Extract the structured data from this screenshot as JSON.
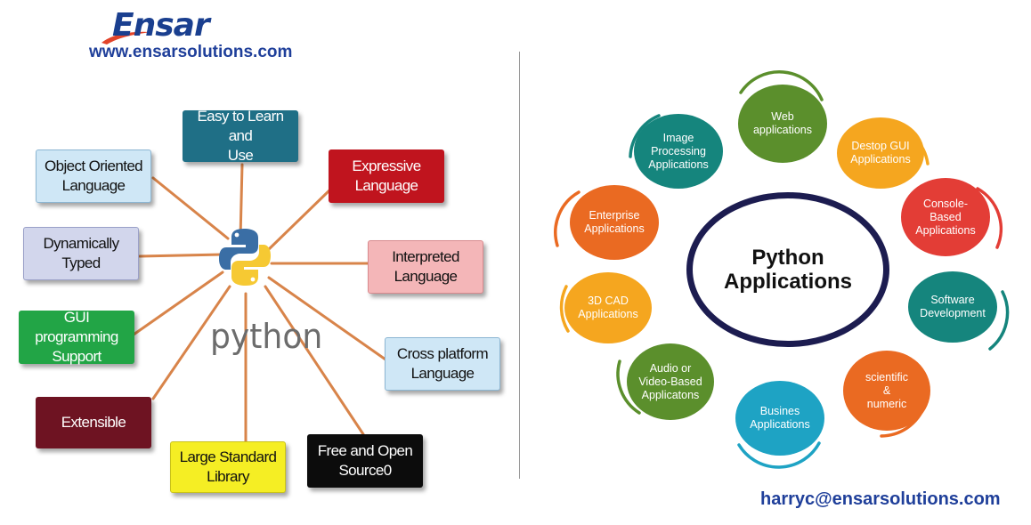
{
  "brand": {
    "logo_text": "Ensar",
    "website": "www.ensarsolutions.com",
    "email": "harryc@ensarsolutions.com"
  },
  "left_diagram": {
    "logo_word": "python",
    "features": [
      {
        "id": "easy",
        "lines": [
          "Easy to Learn and",
          "Use"
        ],
        "color": "#1f6f86",
        "text_color": "#ffffff"
      },
      {
        "id": "expressive",
        "lines": [
          "Expressive",
          "Language"
        ],
        "color": "#c0141e",
        "text_color": "#ffffff"
      },
      {
        "id": "interpreted",
        "lines": [
          "Interpreted",
          "Language"
        ],
        "color": "#f4b6b8",
        "text_color": "#111111"
      },
      {
        "id": "cross",
        "lines": [
          "Cross platform",
          "Language"
        ],
        "color": "#cfe7f6",
        "text_color": "#111111"
      },
      {
        "id": "free",
        "lines": [
          "Free and Open",
          "Source0"
        ],
        "color": "#0c0c0c",
        "text_color": "#ffffff"
      },
      {
        "id": "library",
        "lines": [
          "Large Standard",
          "Library"
        ],
        "color": "#f5ee24",
        "text_color": "#111111"
      },
      {
        "id": "extensible",
        "lines": [
          "Extensible"
        ],
        "color": "#6e1322",
        "text_color": "#ffffff"
      },
      {
        "id": "gui",
        "lines": [
          "GUI programming",
          "Support"
        ],
        "color": "#22a546",
        "text_color": "#ffffff"
      },
      {
        "id": "dynamic",
        "lines": [
          "Dynamically",
          "Typed"
        ],
        "color": "#d2d6ec",
        "text_color": "#111111"
      },
      {
        "id": "oop",
        "lines": [
          "Object Oriented",
          "Language"
        ],
        "color": "#cfe7f6",
        "text_color": "#111111"
      }
    ]
  },
  "right_diagram": {
    "center_lines": [
      "Python",
      "Applications"
    ],
    "center_color": "#1c1c50",
    "apps": [
      {
        "id": "web",
        "lines": [
          "Web",
          "applications"
        ],
        "color": "#5b8f2c"
      },
      {
        "id": "desktop",
        "lines": [
          "Destop GUI",
          "Applications"
        ],
        "color": "#f5a61f"
      },
      {
        "id": "console",
        "lines": [
          "Console-",
          "Based",
          "Applications"
        ],
        "color": "#e33d36"
      },
      {
        "id": "software",
        "lines": [
          "Software",
          "Development"
        ],
        "color": "#15857d"
      },
      {
        "id": "scientific",
        "lines": [
          "scientific",
          "&",
          "numeric"
        ],
        "color": "#ea6a22"
      },
      {
        "id": "business",
        "lines": [
          "Busines",
          "Applications"
        ],
        "color": "#1ea3c4"
      },
      {
        "id": "audio",
        "lines": [
          "Audio or",
          "Video-Based",
          "Applicatons"
        ],
        "color": "#5b8f2c"
      },
      {
        "id": "cad",
        "lines": [
          "3D CAD",
          "Applications"
        ],
        "color": "#f5a61f"
      },
      {
        "id": "enterprise",
        "lines": [
          "Enterprise",
          "Applications"
        ],
        "color": "#ea6a22"
      },
      {
        "id": "image",
        "lines": [
          "Image",
          "Processing",
          "Applications"
        ],
        "color": "#15857d"
      }
    ]
  }
}
